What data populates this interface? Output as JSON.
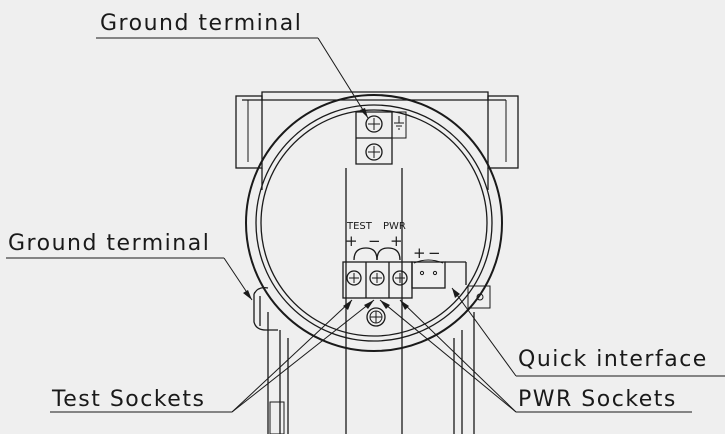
{
  "callouts": {
    "ground_top": "Ground terminal",
    "ground_left": "Ground terminal",
    "quick_interface": "Quick interface",
    "test_sockets": "Test Sockets",
    "pwr_sockets": "PWR Sockets"
  },
  "terminal_labels": {
    "test": "TEST",
    "pwr": "PWR",
    "test_plus": "+",
    "test_minus": "−",
    "pwr_plus": "+",
    "quick_plus": "+",
    "quick_minus": "−"
  }
}
